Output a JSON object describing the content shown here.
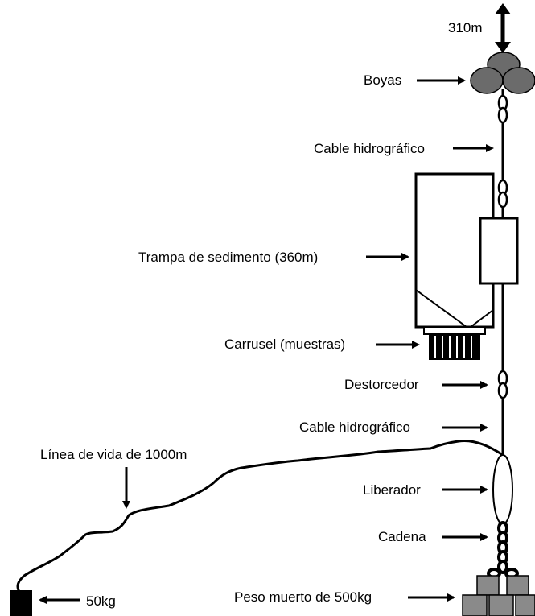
{
  "labels": {
    "depth_top": "310m",
    "buoys": "Boyas",
    "cable_upper": "Cable hidrográfico",
    "trap": "Trampa de sedimento (360m)",
    "carousel": "Carrusel (muestras)",
    "swivel": "Destorcedor",
    "cable_lower": "Cable hidrográfico",
    "lifeline": "Línea de vida de 1000m",
    "releaser": "Liberador",
    "chain": "Cadena",
    "dead_weight": "Peso muerto de 500kg",
    "small_weight": "50kg"
  },
  "colors": {
    "line": "#000000",
    "buoy_fill": "#6b6b6b",
    "weight_fill": "#8a8a8a",
    "background": "#ffffff"
  }
}
